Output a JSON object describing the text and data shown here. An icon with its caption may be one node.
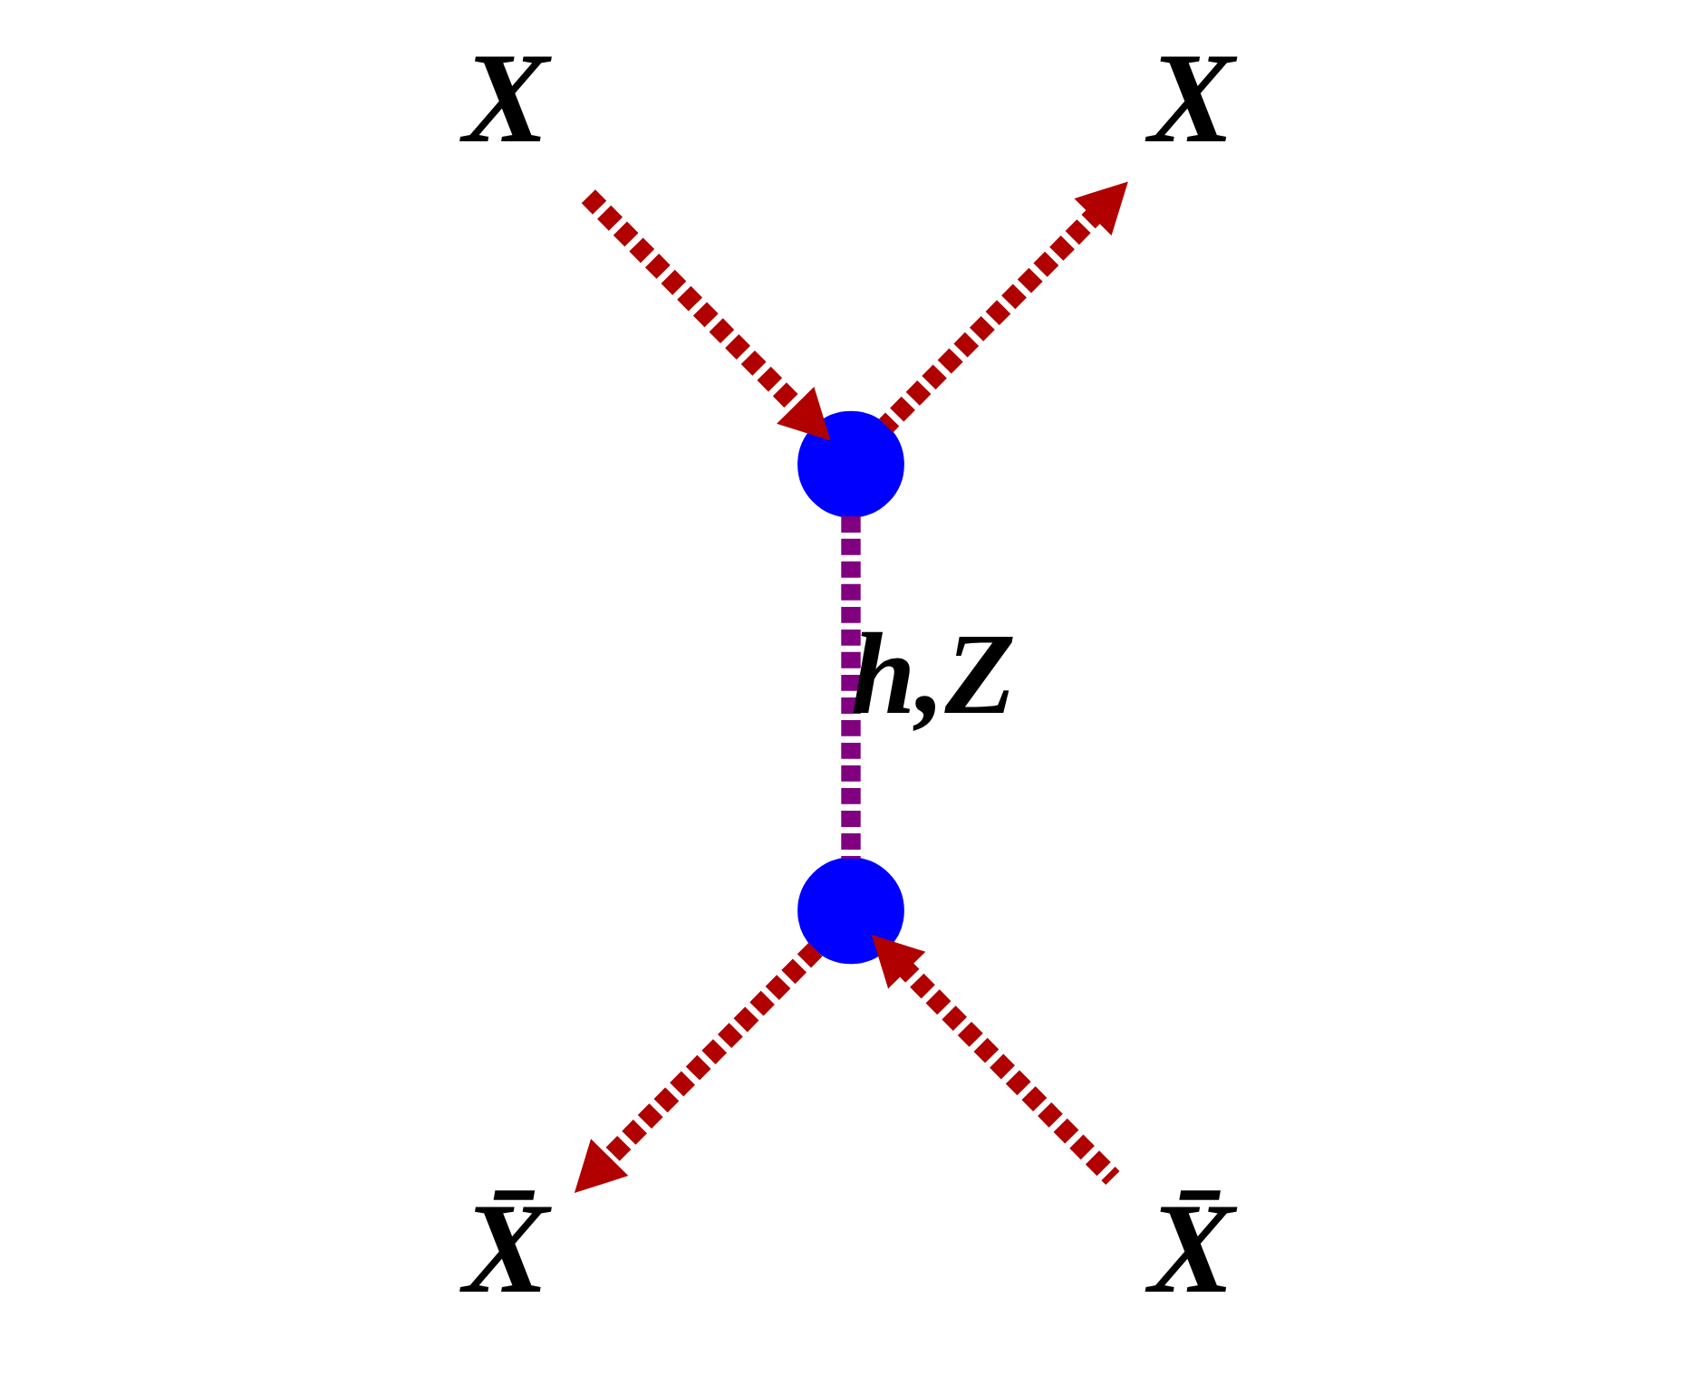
{
  "diagram": {
    "nodes": [
      {
        "text": [
          "X"
        ]
      },
      {
        "text": [
          "X"
        ]
      },
      {
        "text": [],
        "shape": "circle"
      },
      {
        "text": [],
        "shape": "circle"
      },
      {
        "text": [
          "X̄"
        ]
      },
      {
        "text": [
          "X̄"
        ]
      }
    ],
    "edges": [
      {
        "from": 0,
        "to": 2,
        "arrow": "to",
        "style": "dashed"
      },
      {
        "from": 2,
        "to": 1,
        "arrow": "to",
        "style": "dashed"
      },
      {
        "from": 2,
        "to": 3,
        "arrow": "none",
        "label": "h,Z",
        "style": "dashed",
        "color": "#800080"
      },
      {
        "from": 3,
        "to": 4,
        "arrow": "to",
        "style": "dashed"
      },
      {
        "from": 5,
        "to": 3,
        "arrow": "to",
        "style": "dashed"
      }
    ]
  }
}
